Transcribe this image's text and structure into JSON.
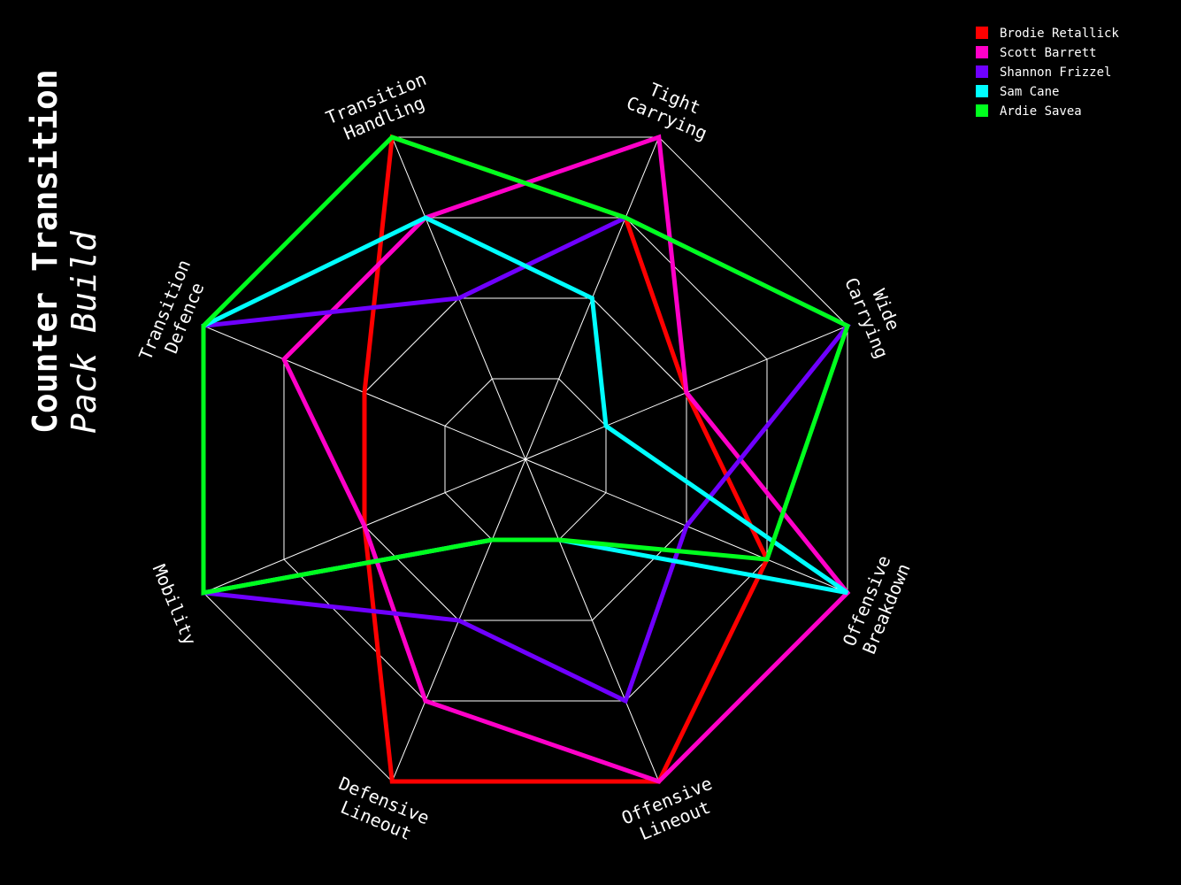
{
  "chart_data": {
    "type": "radar",
    "title": "Counter Transition",
    "subtitle": "Pack Build",
    "axes": [
      [
        "Transition",
        "Handling"
      ],
      [
        "Tight",
        "Carrying"
      ],
      [
        "Wide",
        "Carrying"
      ],
      [
        "Offensive",
        "Breakdown"
      ],
      [
        "Offensive",
        "Lineout"
      ],
      [
        "Defensive",
        "Lineout"
      ],
      [
        "Mobility"
      ],
      [
        "Transition",
        "Defence"
      ]
    ],
    "range": [
      0,
      4
    ],
    "rings": [
      1,
      2,
      3,
      4
    ],
    "grid": true,
    "legend_position": "top-right",
    "series": [
      {
        "name": "Brodie Retallick",
        "color": "#ff0000",
        "values": [
          4,
          3,
          2,
          3,
          4,
          4,
          2,
          2
        ]
      },
      {
        "name": "Scott Barrett",
        "color": "#ff00c8",
        "values": [
          3,
          4,
          2,
          4,
          4,
          3,
          2,
          3
        ]
      },
      {
        "name": "Shannon Frizzel",
        "color": "#6f00ff",
        "values": [
          2,
          3,
          4,
          2,
          3,
          2,
          4,
          4
        ]
      },
      {
        "name": "Sam Cane",
        "color": "#00ffff",
        "values": [
          3,
          2,
          1,
          4,
          1,
          1,
          4,
          4
        ]
      },
      {
        "name": "Ardie Savea",
        "color": "#00ff1e",
        "values": [
          4,
          3,
          4,
          3,
          1,
          1,
          4,
          4
        ]
      }
    ]
  }
}
